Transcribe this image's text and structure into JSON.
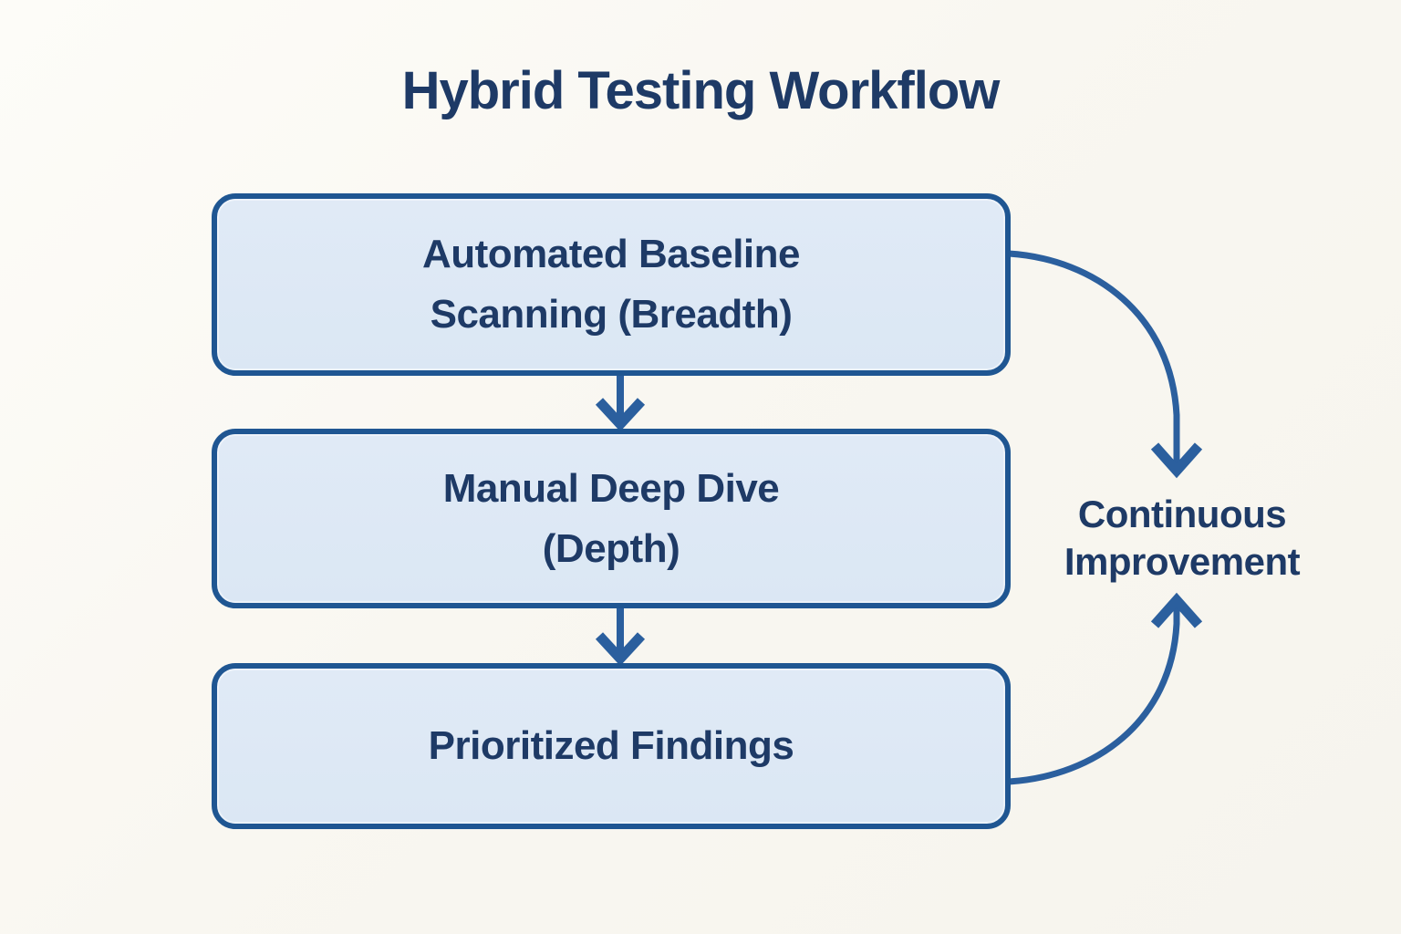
{
  "title": "Hybrid Testing Workflow",
  "diagram": {
    "type": "flowchart",
    "nodes": [
      {
        "id": "automated-baseline-scanning",
        "line1": "Automated Baseline",
        "line2": "Scanning (Breadth)"
      },
      {
        "id": "manual-deep-dive",
        "line1": "Manual Deep Dive",
        "line2": "(Depth)"
      },
      {
        "id": "prioritized-findings",
        "line1": "Prioritized Findings",
        "line2": ""
      }
    ],
    "side_label": {
      "id": "continuous-improvement",
      "line1": "Continuous",
      "line2": "Improvement"
    },
    "edges": [
      {
        "from": "automated-baseline-scanning",
        "to": "manual-deep-dive",
        "style": "straight-down-arrow"
      },
      {
        "from": "manual-deep-dive",
        "to": "prioritized-findings",
        "style": "straight-down-arrow"
      },
      {
        "from": "automated-baseline-scanning",
        "to": "continuous-improvement",
        "style": "curved-down-arrow"
      },
      {
        "from": "prioritized-findings",
        "to": "continuous-improvement",
        "style": "curved-up-arrow"
      }
    ],
    "colors": {
      "background": "#f9f7f1",
      "box_fill": "#dbe7f4",
      "box_border": "#1f5692",
      "arrow": "#2b5f9e",
      "text": "#1e3a66"
    }
  }
}
